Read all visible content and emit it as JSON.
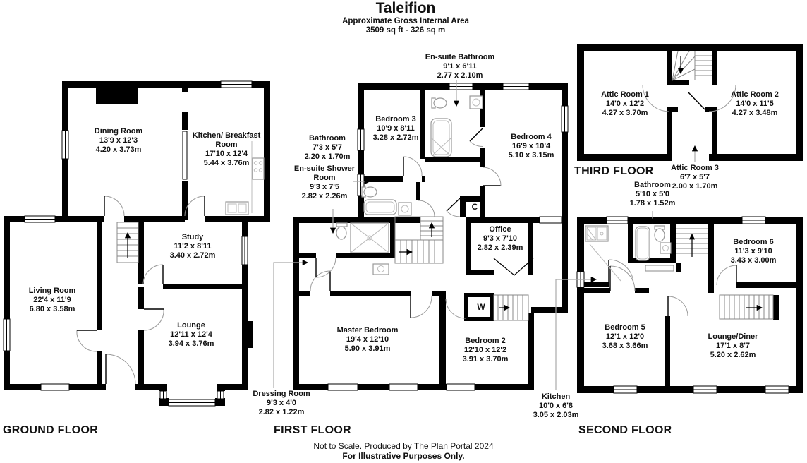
{
  "header": {
    "title": "Taleifion",
    "subtitle": "Approximate Gross Internal Area",
    "area": "3509 sq ft - 326 sq m"
  },
  "floors": {
    "ground": {
      "label": "GROUND FLOOR",
      "rooms": {
        "dining_room": {
          "name": "Dining Room",
          "imperial": "13'9 x 12'3",
          "metric": "4.20 x 3.73m"
        },
        "kitchen_breakfast": {
          "name": "Kitchen/ Breakfast Room",
          "imperial": "17'10 x 12'4",
          "metric": "5.44 x 3.76m"
        },
        "study": {
          "name": "Study",
          "imperial": "11'2 x 8'11",
          "metric": "3.40 x 2.72m"
        },
        "living_room": {
          "name": "Living Room",
          "imperial": "22'4 x 11'9",
          "metric": "6.80 x 3.58m"
        },
        "lounge": {
          "name": "Lounge",
          "imperial": "12'11 x 12'4",
          "metric": "3.94 x 3.76m"
        }
      }
    },
    "first": {
      "label": "FIRST FLOOR",
      "cupboard": "C",
      "wardrobe": "W",
      "rooms": {
        "ensuite_bathroom": {
          "name": "En-suite Bathroom",
          "imperial": "9'1 x 6'11",
          "metric": "2.77 x 2.10m"
        },
        "bathroom": {
          "name": "Bathroom",
          "imperial": "7'3 x 5'7",
          "metric": "2.20 x 1.70m"
        },
        "ensuite_shower_room": {
          "name": "En-suite Shower Room",
          "imperial": "9'3 x 7'5",
          "metric": "2.82 x 2.26m"
        },
        "bedroom_3": {
          "name": "Bedroom 3",
          "imperial": "10'9 x 8'11",
          "metric": "3.28 x 2.72m"
        },
        "bedroom_4": {
          "name": "Bedroom 4",
          "imperial": "16'9 x 10'4",
          "metric": "5.10 x 3.15m"
        },
        "office": {
          "name": "Office",
          "imperial": "9'3 x 7'10",
          "metric": "2.82 x 2.39m"
        },
        "master_bedroom": {
          "name": "Master Bedroom",
          "imperial": "19'4 x 12'10",
          "metric": "5.90 x 3.91m"
        },
        "bedroom_2": {
          "name": "Bedroom 2",
          "imperial": "12'10 x 12'2",
          "metric": "3.91 x 3.70m"
        },
        "dressing_room": {
          "name": "Dressing Room",
          "imperial": "9'3 x 4'0",
          "metric": "2.82 x 1.22m"
        }
      }
    },
    "second": {
      "label": "SECOND FLOOR",
      "rooms": {
        "bathroom": {
          "name": "Bathroom",
          "imperial": "5'10 x 5'0",
          "metric": "1.78 x 1.52m"
        },
        "kitchen": {
          "name": "Kitchen",
          "imperial": "10'0 x 6'8",
          "metric": "3.05 x 2.03m"
        },
        "bedroom_6": {
          "name": "Bedroom 6",
          "imperial": "11'3 x 9'10",
          "metric": "3.43 x 3.00m"
        },
        "bedroom_5": {
          "name": "Bedroom 5",
          "imperial": "12'1 x 12'0",
          "metric": "3.68 x 3.66m"
        },
        "lounge_diner": {
          "name": "Lounge/Diner",
          "imperial": "17'1 x 8'7",
          "metric": "5.20 x 2.62m"
        }
      }
    },
    "third": {
      "label": "THIRD FLOOR",
      "rooms": {
        "attic_room_1": {
          "name": "Attic Room 1",
          "imperial": "14'0 x 12'2",
          "metric": "4.27 x 3.70m"
        },
        "attic_room_2": {
          "name": "Attic Room 2",
          "imperial": "14'0 x 11'5",
          "metric": "4.27 x 3.48m"
        },
        "attic_room_3": {
          "name": "Attic Room 3",
          "imperial": "6'7 x 5'7",
          "metric": "2.00 x 1.70m"
        }
      }
    }
  },
  "footer": {
    "line1": "Not to Scale. Produced by The Plan Portal 2024",
    "line2": "For Illustrative Purposes Only."
  }
}
